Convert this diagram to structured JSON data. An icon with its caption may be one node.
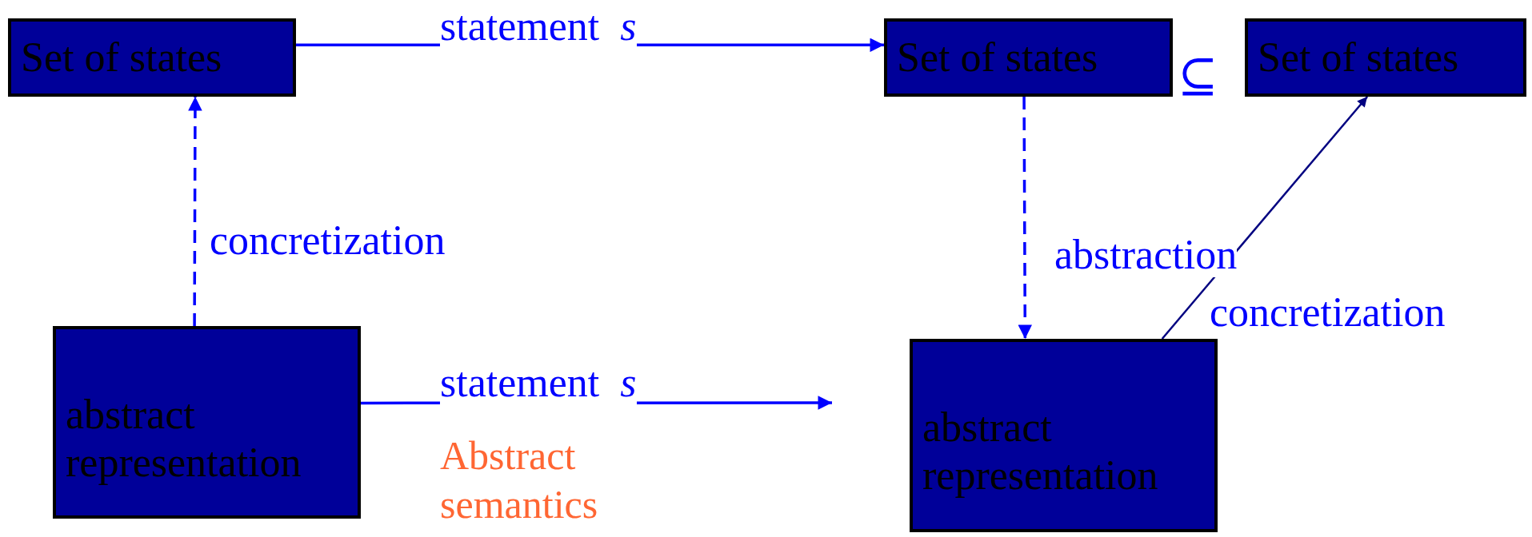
{
  "diagram": {
    "nodes": [
      {
        "text": [
          "Set of states"
        ]
      },
      {
        "text": [
          "Set of states"
        ]
      },
      {
        "text": [
          "Set of states"
        ]
      },
      {
        "text": [
          "abstract representation"
        ]
      },
      {
        "text": [
          "abstract representation"
        ]
      }
    ],
    "edges": [
      {
        "from": 0,
        "to": 1,
        "arrow": "to",
        "label": "statement  *s*"
      },
      {
        "from": 3,
        "to": 0,
        "arrow": "to",
        "style": "dashed",
        "label": "concretization"
      },
      {
        "from": 1,
        "to": 4,
        "arrow": "to",
        "style": "dashed",
        "label": "abstraction"
      },
      {
        "from": 4,
        "to": 2,
        "arrow": "to",
        "color": "#000080",
        "label": "concretization"
      },
      {
        "from": 3,
        "to": null,
        "arrow": "to",
        "label": "statement  *s*"
      }
    ],
    "labels": [
      "⊆",
      "Abstract semantics"
    ]
  }
}
